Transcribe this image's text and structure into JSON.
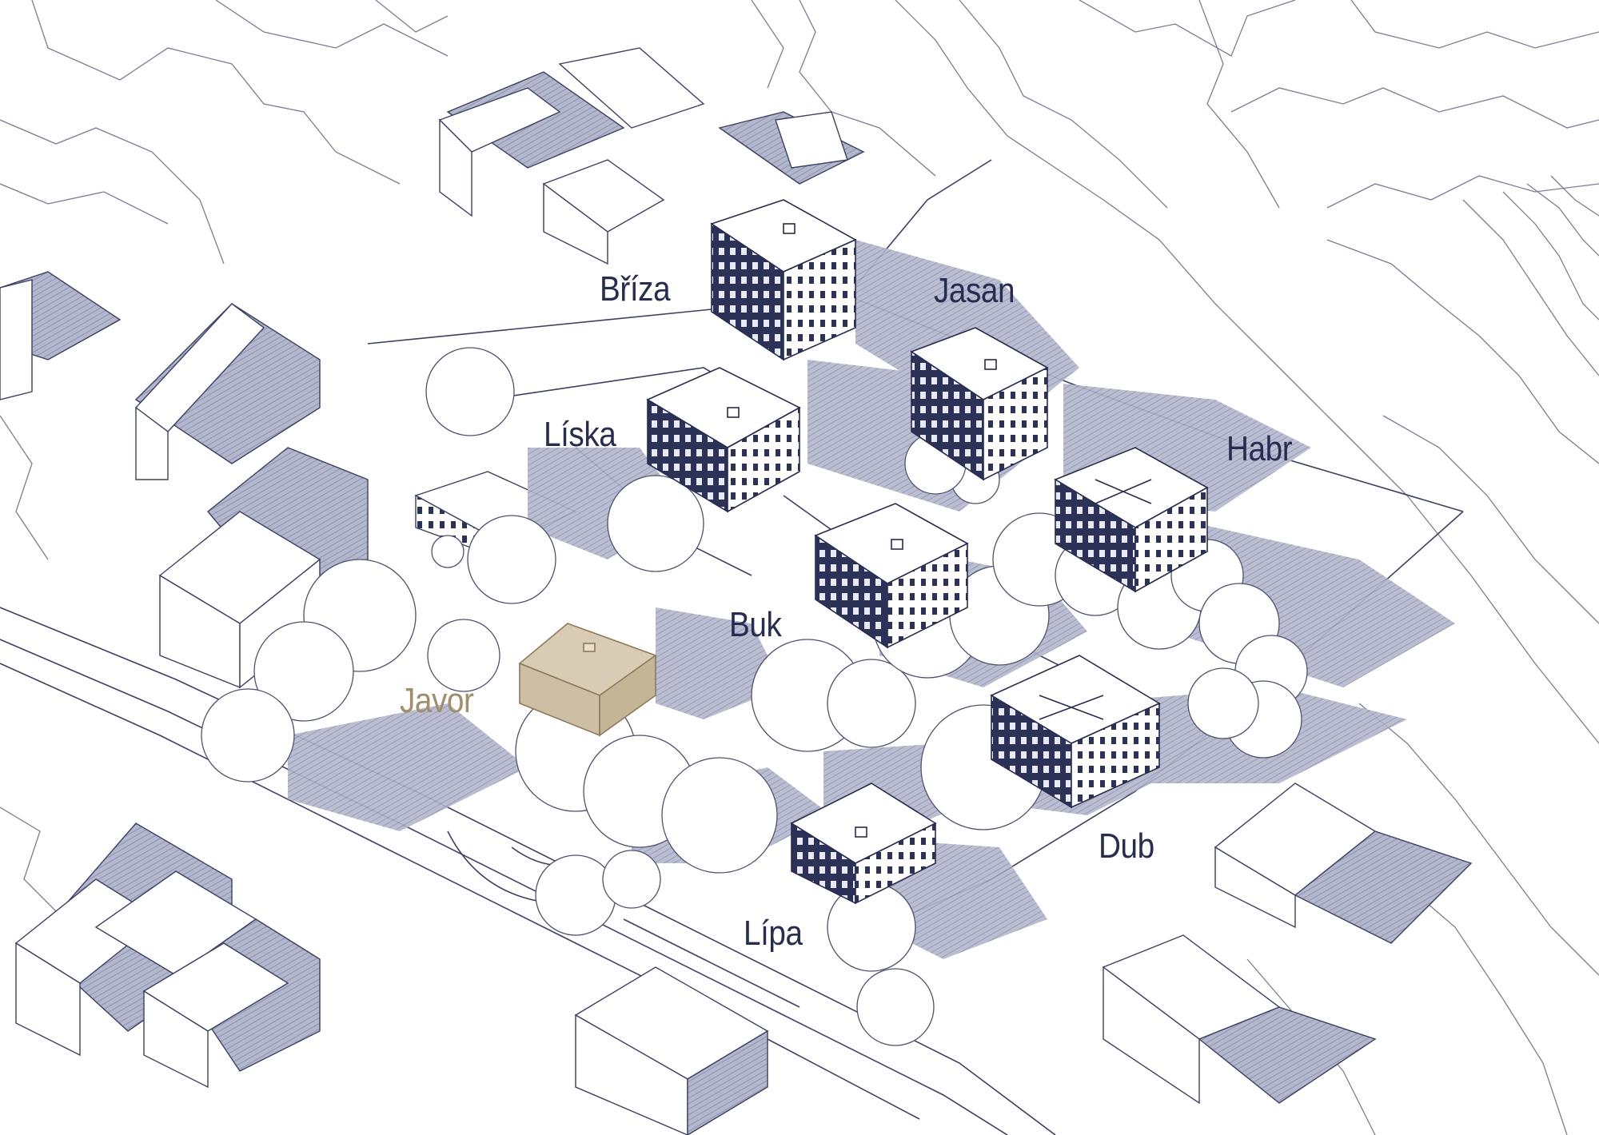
{
  "colors": {
    "ink": "#262c52",
    "shadow": "#9ea3bd",
    "highlight_fill": "#d9ccb4",
    "highlight_text": "#a08e6c",
    "background": "#ffffff"
  },
  "buildings": [
    {
      "id": "briza",
      "name": "Bříza",
      "highlighted": false
    },
    {
      "id": "jasan",
      "name": "Jasan",
      "highlighted": false
    },
    {
      "id": "liska",
      "name": "Líska",
      "highlighted": false
    },
    {
      "id": "habr",
      "name": "Habr",
      "highlighted": false
    },
    {
      "id": "buk",
      "name": "Buk",
      "highlighted": false
    },
    {
      "id": "javor",
      "name": "Javor",
      "highlighted": true
    },
    {
      "id": "dub",
      "name": "Dub",
      "highlighted": false
    },
    {
      "id": "lipa",
      "name": "Lípa",
      "highlighted": false
    }
  ]
}
